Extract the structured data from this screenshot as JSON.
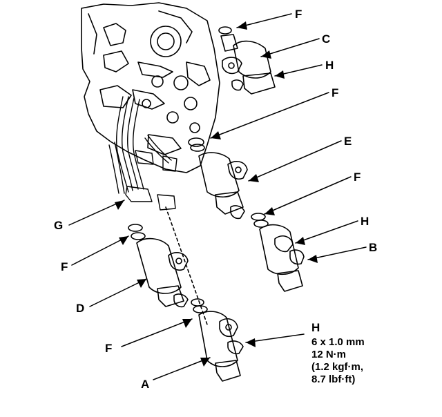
{
  "labels": {
    "f_top": "F",
    "c": "C",
    "h_top": "H",
    "f_upper_mid": "F",
    "e": "E",
    "f_right_mid": "F",
    "h_right": "H",
    "b": "B",
    "g": "G",
    "f_left": "F",
    "d": "D",
    "f_lower": "F",
    "h_bottom": "H",
    "a": "A"
  },
  "torque_spec": {
    "bolt_size": "6 x 1.0 mm",
    "torque_nm": "12 N·m",
    "torque_kgf": "(1.2 kgf·m,",
    "torque_lbf": "8.7 lbf·ft)"
  }
}
